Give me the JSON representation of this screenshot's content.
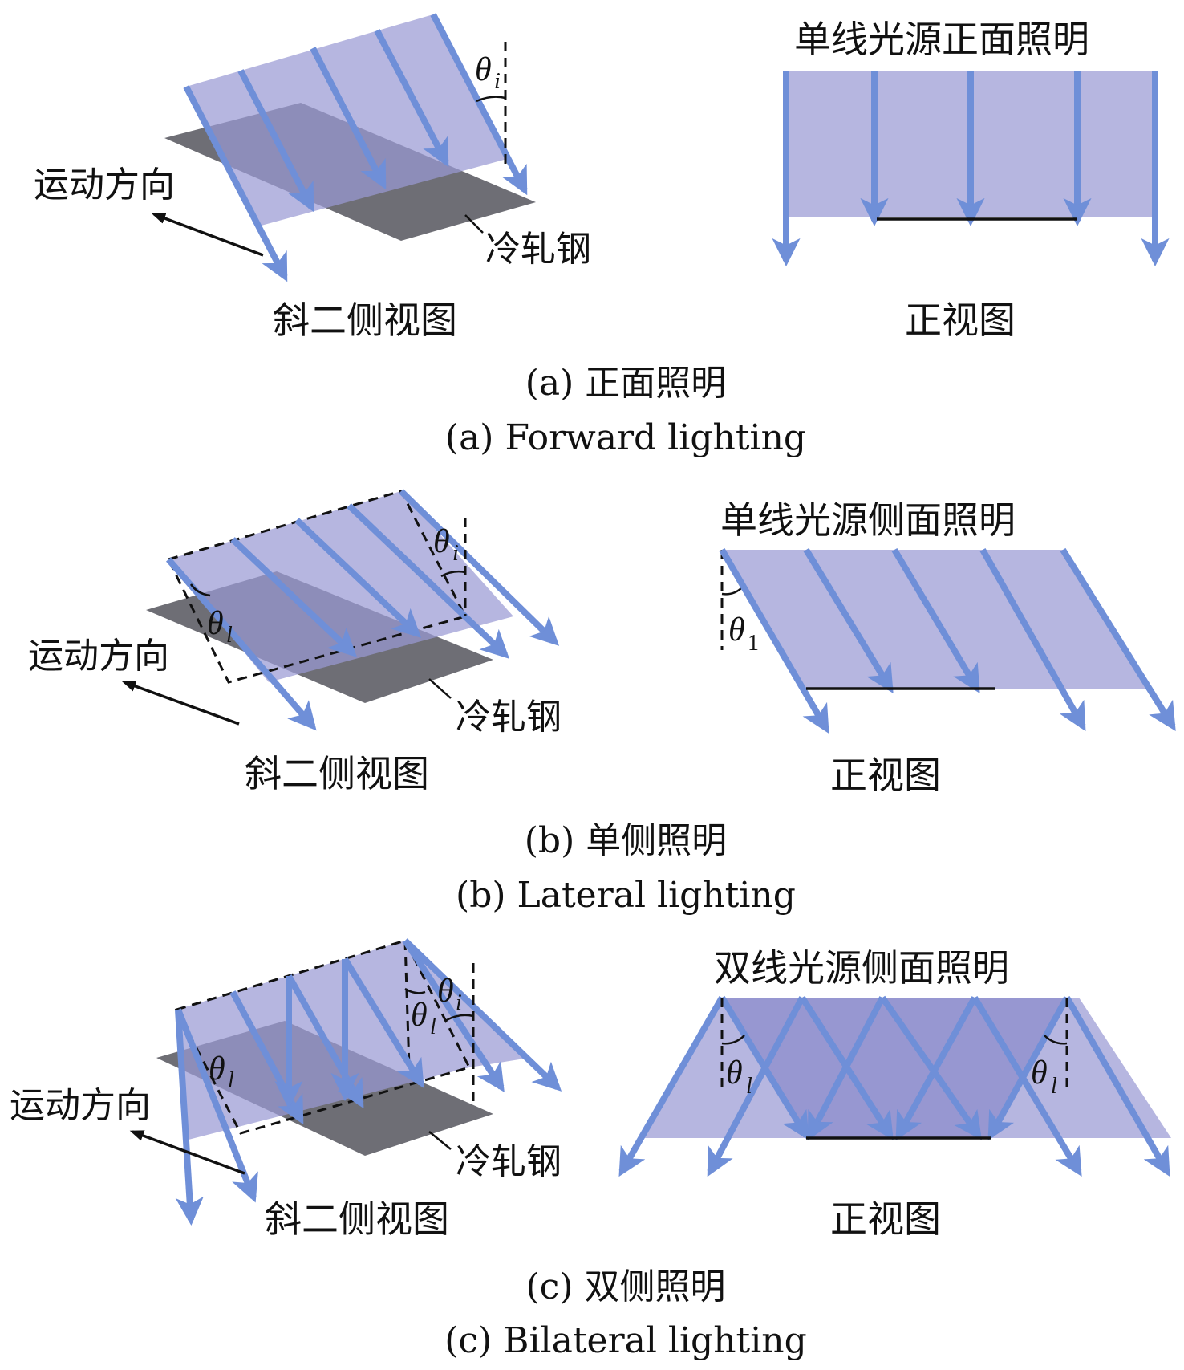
{
  "panels": {
    "a": {
      "caption_cn": "(a) 正面照明",
      "caption_en": "(a) Forward lighting",
      "oblique_label": "斜二侧视图",
      "front_label": "正视图",
      "front_title": "单线光源正面照明",
      "motion_label": "运动方向",
      "steel_label": "冷轧钢",
      "theta_i": "θ",
      "theta_i_sub": "i"
    },
    "b": {
      "caption_cn": "(b) 单侧照明",
      "caption_en": "(b) Lateral lighting",
      "oblique_label": "斜二侧视图",
      "front_label": "正视图",
      "front_title": "单线光源侧面照明",
      "motion_label": "运动方向",
      "steel_label": "冷轧钢",
      "theta_i": "θ",
      "theta_i_sub": "i",
      "theta_l": "θ",
      "theta_l_sub": "l",
      "theta_1": "θ",
      "theta_1_sub": "1"
    },
    "c": {
      "caption_cn": "(c) 双侧照明",
      "caption_en": "(c) Bilateral lighting",
      "oblique_label": "斜二侧视图",
      "front_label": "正视图",
      "front_title": "双线光源侧面照明",
      "motion_label": "运动方向",
      "steel_label": "冷轧钢",
      "theta_i": "θ",
      "theta_i_sub": "i",
      "theta_l": "θ",
      "theta_l_sub": "l",
      "theta_l2": "θ",
      "theta_l2_sub": "l",
      "theta_fl": "θ",
      "theta_fl_sub": "l",
      "theta_fr": "θ",
      "theta_fr_sub": "l"
    }
  },
  "colors": {
    "light_plane": "#9a9ad4",
    "ray": "#6f8fd8",
    "steel": "#5e5e66"
  }
}
